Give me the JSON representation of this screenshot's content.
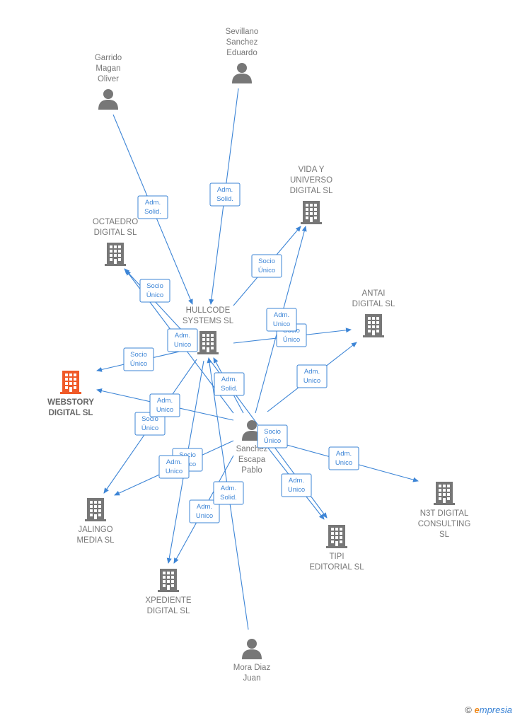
{
  "colors": {
    "edge": "#3d85d6",
    "company": "#777777",
    "focus_company": "#f05a28",
    "person": "#777777"
  },
  "nodes": [
    {
      "id": "garrido",
      "kind": "person",
      "icon": "person-icon",
      "lines": [
        "Garrido",
        "Magan",
        "Oliver"
      ]
    },
    {
      "id": "sevillano",
      "kind": "person",
      "icon": "person-icon",
      "lines": [
        "Sevillano",
        "Sanchez",
        "Eduardo"
      ]
    },
    {
      "id": "vida",
      "kind": "company",
      "icon": "building-icon",
      "lines": [
        "VIDA Y",
        "UNIVERSO",
        "DIGITAL  SL"
      ]
    },
    {
      "id": "octaedro",
      "kind": "company",
      "icon": "building-icon",
      "lines": [
        "OCTAEDRO",
        "DIGITAL  SL"
      ]
    },
    {
      "id": "antai",
      "kind": "company",
      "icon": "building-icon",
      "lines": [
        "ANTAI",
        "DIGITAL  SL"
      ]
    },
    {
      "id": "hullcode",
      "kind": "company",
      "icon": "building-icon",
      "lines": [
        "HULLCODE",
        "SYSTEMS  SL"
      ]
    },
    {
      "id": "webstory",
      "kind": "focus",
      "icon": "building-icon",
      "lines": [
        "WEBSTORY",
        "DIGITAL  SL"
      ]
    },
    {
      "id": "sanchez",
      "kind": "person",
      "icon": "person-icon",
      "lines": [
        "Sanchez",
        "Escapa",
        "Pablo"
      ]
    },
    {
      "id": "jalingo",
      "kind": "company",
      "icon": "building-icon",
      "lines": [
        "JALINGO",
        "MEDIA  SL"
      ]
    },
    {
      "id": "n3t",
      "kind": "company",
      "icon": "building-icon",
      "lines": [
        "N3T DIGITAL",
        "CONSULTING",
        "SL"
      ]
    },
    {
      "id": "tipi",
      "kind": "company",
      "icon": "building-icon",
      "lines": [
        "TIPI",
        "EDITORIAL  SL"
      ]
    },
    {
      "id": "xpediente",
      "kind": "company",
      "icon": "building-icon",
      "lines": [
        "XPEDIENTE",
        "DIGITAL  SL"
      ]
    },
    {
      "id": "mora",
      "kind": "person",
      "icon": "person-icon",
      "lines": [
        "Mora Diaz",
        "Juan"
      ]
    }
  ],
  "edges": [
    {
      "from": "garrido",
      "to": "hullcode",
      "label": [
        "Adm.",
        "Solid."
      ]
    },
    {
      "from": "sevillano",
      "to": "hullcode",
      "label": [
        "Adm.",
        "Solid."
      ]
    },
    {
      "from": "hullcode",
      "to": "vida",
      "label": [
        "Socio",
        "Único"
      ]
    },
    {
      "from": "hullcode",
      "to": "octaedro",
      "label": [
        "Socio",
        "Único"
      ]
    },
    {
      "from": "hullcode",
      "to": "antai",
      "label": [
        "Socio",
        "Único"
      ]
    },
    {
      "from": "hullcode",
      "to": "webstory",
      "label": [
        "Socio",
        "Único"
      ]
    },
    {
      "from": "hullcode",
      "to": "jalingo",
      "label": [
        "Socio",
        "Único"
      ]
    },
    {
      "from": "hullcode",
      "to": "xpediente",
      "label": [
        "Socio",
        "Único"
      ]
    },
    {
      "from": "hullcode",
      "to": "tipi",
      "label": [
        "Socio",
        "Único"
      ]
    },
    {
      "from": "sanchez",
      "to": "hullcode",
      "label": [
        "Adm.",
        "Solid."
      ]
    },
    {
      "from": "sanchez",
      "to": "vida",
      "label": [
        "Adm.",
        "Unico"
      ]
    },
    {
      "from": "sanchez",
      "to": "octaedro",
      "label": [
        "Adm.",
        "Unico"
      ]
    },
    {
      "from": "sanchez",
      "to": "antai",
      "label": [
        "Adm.",
        "Unico"
      ]
    },
    {
      "from": "sanchez",
      "to": "webstory",
      "label": [
        "Adm.",
        "Unico"
      ]
    },
    {
      "from": "sanchez",
      "to": "jalingo",
      "label": [
        "Adm.",
        "Unico"
      ]
    },
    {
      "from": "sanchez",
      "to": "n3t",
      "label": [
        "Adm.",
        "Unico"
      ]
    },
    {
      "from": "sanchez",
      "to": "tipi",
      "label": [
        "Adm.",
        "Unico"
      ]
    },
    {
      "from": "sanchez",
      "to": "xpediente",
      "label": [
        "Adm.",
        "Unico"
      ]
    },
    {
      "from": "mora",
      "to": "hullcode",
      "label": [
        "Adm.",
        "Solid."
      ]
    }
  ],
  "footer": {
    "copyright": "©",
    "brand_e": "e",
    "brand_rest": "mpresia"
  }
}
